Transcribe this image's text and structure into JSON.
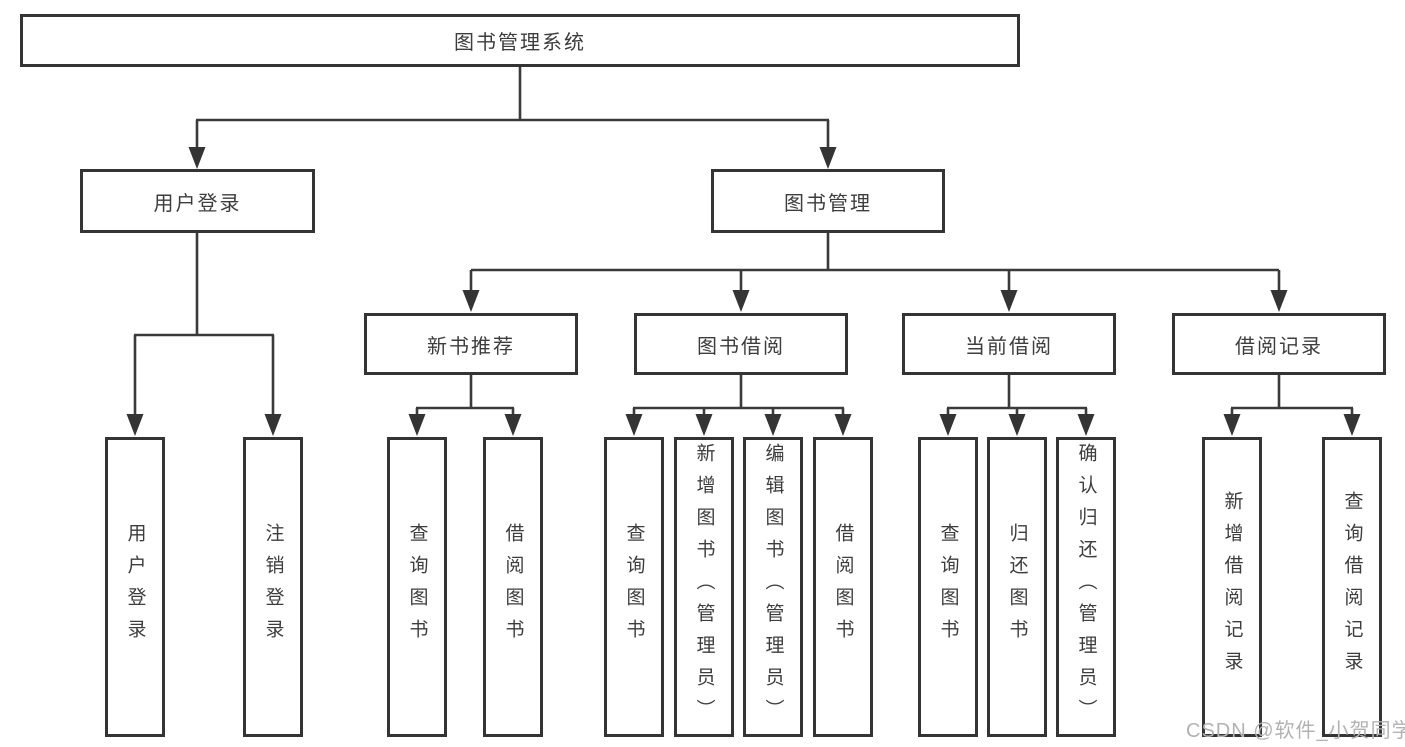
{
  "colors": {
    "line": "#3a3a3a",
    "border": "#343434",
    "text": "#3d3d3d",
    "watermark": "#b2b2b2",
    "background": "#ffffff"
  },
  "watermark": "CSDN @软件_小贺同学",
  "tree": {
    "root": "图书管理系统",
    "branches": [
      {
        "label": "用户登录",
        "children": [
          "用户登录",
          "注销登录"
        ]
      },
      {
        "label": "图书管理",
        "groups": [
          {
            "label": "新书推荐",
            "children": [
              "查询图书",
              "借阅图书"
            ]
          },
          {
            "label": "图书借阅",
            "children": [
              "查询图书",
              "新增图书（管理员）",
              "编辑图书（管理员）",
              "借阅图书"
            ]
          },
          {
            "label": "当前借阅",
            "children": [
              "查询图书",
              "归还图书",
              "确认归还（管理员）"
            ]
          },
          {
            "label": "借阅记录",
            "children": [
              "新增借阅记录",
              "查询借阅记录"
            ]
          }
        ]
      }
    ]
  }
}
